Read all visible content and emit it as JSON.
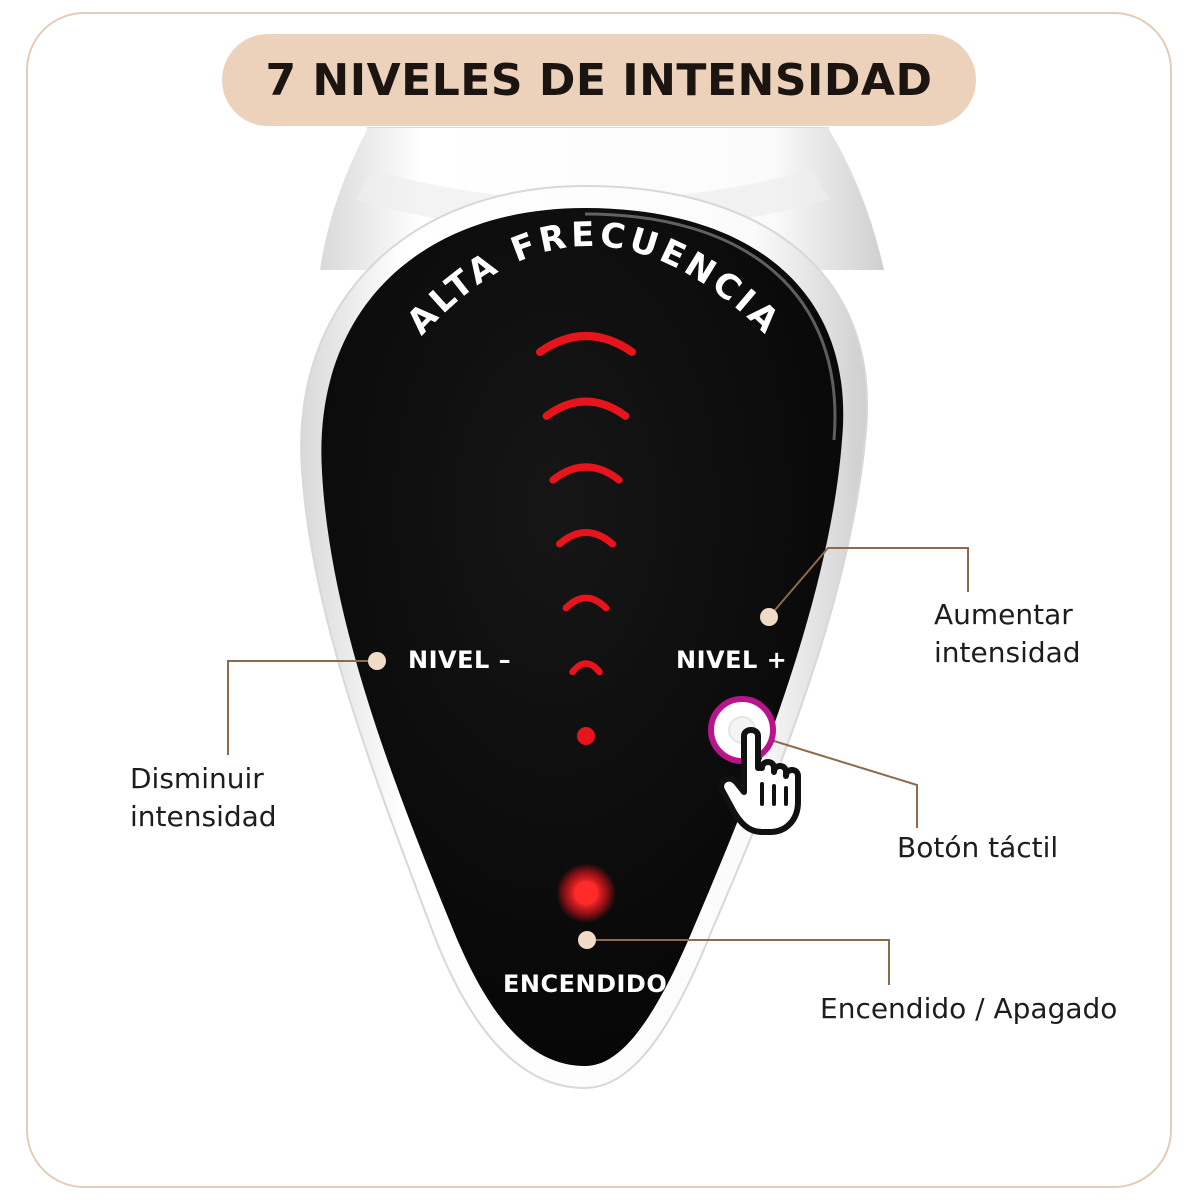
{
  "title": "7 NIVELES DE INTENSIDAD",
  "device": {
    "arc_text": "ALTA FRECUENCIA",
    "intensity_levels": 7,
    "indicator_color": "#e8141c",
    "panel_color": "#0b0b0b",
    "labels": {
      "level_minus": "NIVEL –",
      "level_plus": "NIVEL +",
      "power": "ENCENDIDO"
    }
  },
  "callouts": {
    "decrease": [
      "Disminuir",
      "intensidad"
    ],
    "increase": [
      "Aumentar",
      "intensidad"
    ],
    "touch_button": "Botón táctil",
    "power_toggle": "Encendido / Apagado"
  },
  "colors": {
    "accent": "#ecd2bb",
    "leader_line": "#8c6a4c",
    "dot": "#f0dcc6",
    "touch_ring": "#b8158c"
  },
  "icons": [
    "hand-pointer-icon"
  ]
}
